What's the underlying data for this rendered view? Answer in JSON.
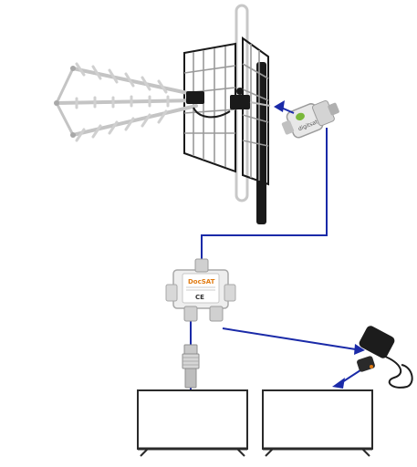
{
  "diagram": {
    "amplifier": {
      "brand": "digitsat"
    },
    "splitter": {
      "brand": "DocSAT",
      "mark_ce": "CE"
    },
    "colors": {
      "cable": "#1a2aa8",
      "mast": "#1a1a1a",
      "antenna_frame": "#bfbfbf",
      "grid": "#9a9a9a",
      "amplifier_green": "#7ab83a",
      "splitter_orange": "#e07a10",
      "tv_border": "#2a2a2a"
    }
  }
}
